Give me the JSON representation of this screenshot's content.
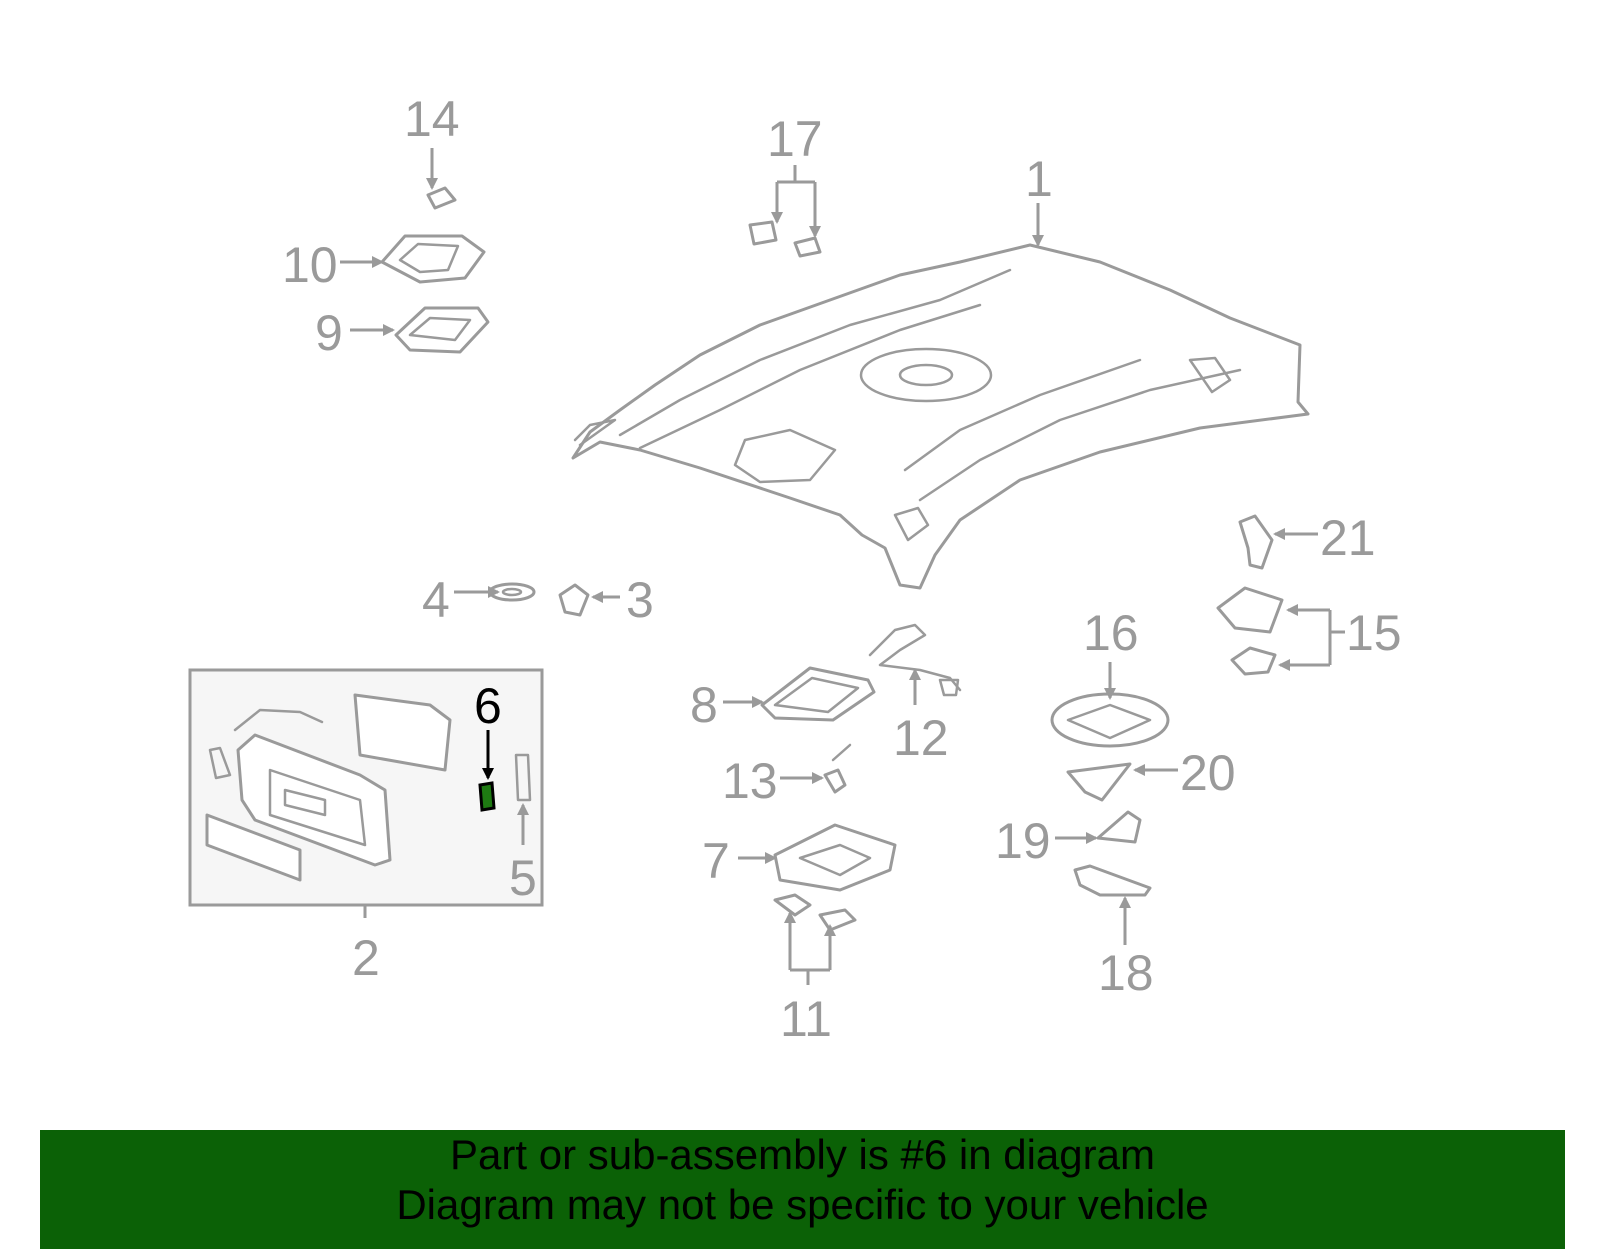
{
  "callouts": {
    "c1": "1",
    "c2": "2",
    "c3": "3",
    "c4": "4",
    "c5": "5",
    "c6": "6",
    "c7": "7",
    "c8": "8",
    "c9": "9",
    "c10": "10",
    "c11": "11",
    "c12": "12",
    "c13": "13",
    "c14": "14",
    "c15": "15",
    "c16": "16",
    "c17": "17",
    "c18": "18",
    "c19": "19",
    "c20": "20",
    "c21": "21"
  },
  "highlighted_part": "6",
  "banner": {
    "line1": "Part or sub-assembly is #6 in diagram",
    "line2": "Diagram may not be specific to your vehicle"
  },
  "colors": {
    "banner_bg": "#0b6106",
    "line_art": "#9a9a9a",
    "highlight_fill": "#1e7a12",
    "highlight_text": "#000000"
  }
}
